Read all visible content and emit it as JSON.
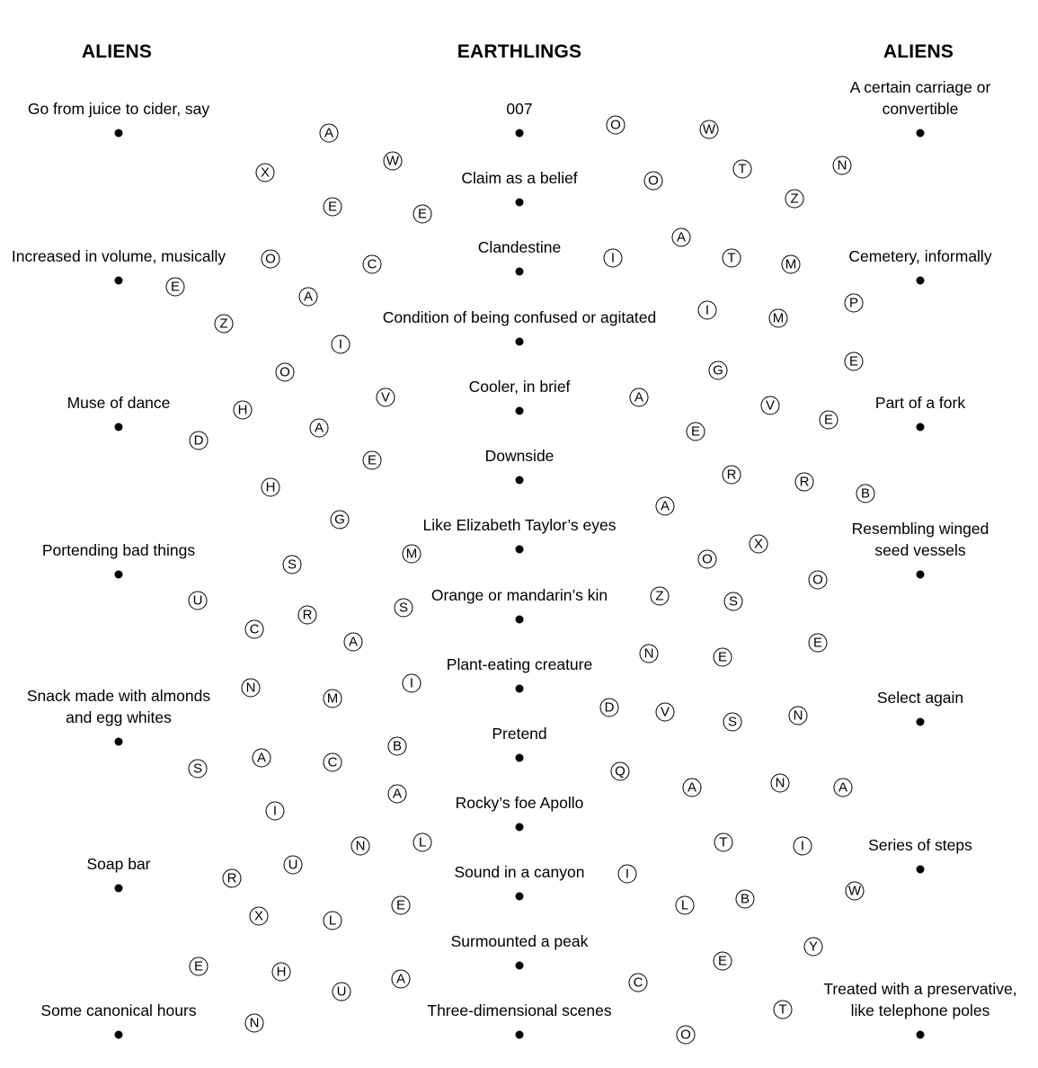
{
  "headings": {
    "left": "ALIENS",
    "center": "EARTHLINGS",
    "right": "ALIENS"
  },
  "left_clues": [
    "Go from juice to cider, say",
    "Increased in volume, musically",
    "Muse of dance",
    "Portending bad things",
    "Snack made with almonds\nand egg whites",
    "Soap bar",
    "Some canonical hours"
  ],
  "center_clues": [
    "007",
    "Claim as a belief",
    "Clandestine",
    "Condition of being confused or agitated",
    "Cooler, in brief",
    "Downside",
    "Like Elizabeth Taylor’s eyes",
    "Orange or mandarin’s kin",
    "Plant-eating creature",
    "Pretend",
    "Rocky’s foe Apollo",
    "Sound in a canyon",
    "Surmounted a peak",
    "Three-dimensional scenes"
  ],
  "right_clues": [
    "A certain carriage or\nconvertible",
    "Cemetery, informally",
    "Part of a fork",
    "Resembling winged\nseed vessels",
    "Select again",
    "Series of steps",
    "Treated with a preservative,\nlike telephone poles"
  ],
  "letters": [
    "A",
    "W",
    "X",
    "E",
    "E",
    "O",
    "C",
    "E",
    "A",
    "Z",
    "I",
    "O",
    "V",
    "H",
    "A",
    "D",
    "E",
    "H",
    "G",
    "S",
    "M",
    "U",
    "S",
    "R",
    "C",
    "A",
    "N",
    "I",
    "M",
    "B",
    "A",
    "S",
    "C",
    "A",
    "I",
    "L",
    "N",
    "U",
    "R",
    "E",
    "X",
    "L",
    "E",
    "H",
    "A",
    "U",
    "N",
    "O",
    "W",
    "N",
    "T",
    "O",
    "Z",
    "A",
    "I",
    "T",
    "M",
    "P",
    "I",
    "M",
    "E",
    "G",
    "A",
    "V",
    "E",
    "E",
    "R",
    "R",
    "B",
    "A",
    "X",
    "O",
    "O",
    "Z",
    "S",
    "E",
    "N",
    "E",
    "D",
    "V",
    "S",
    "N",
    "Q",
    "A",
    "N",
    "A",
    "T",
    "I",
    "I",
    "W",
    "L",
    "B",
    "Y",
    "E",
    "C",
    "T",
    "O"
  ]
}
